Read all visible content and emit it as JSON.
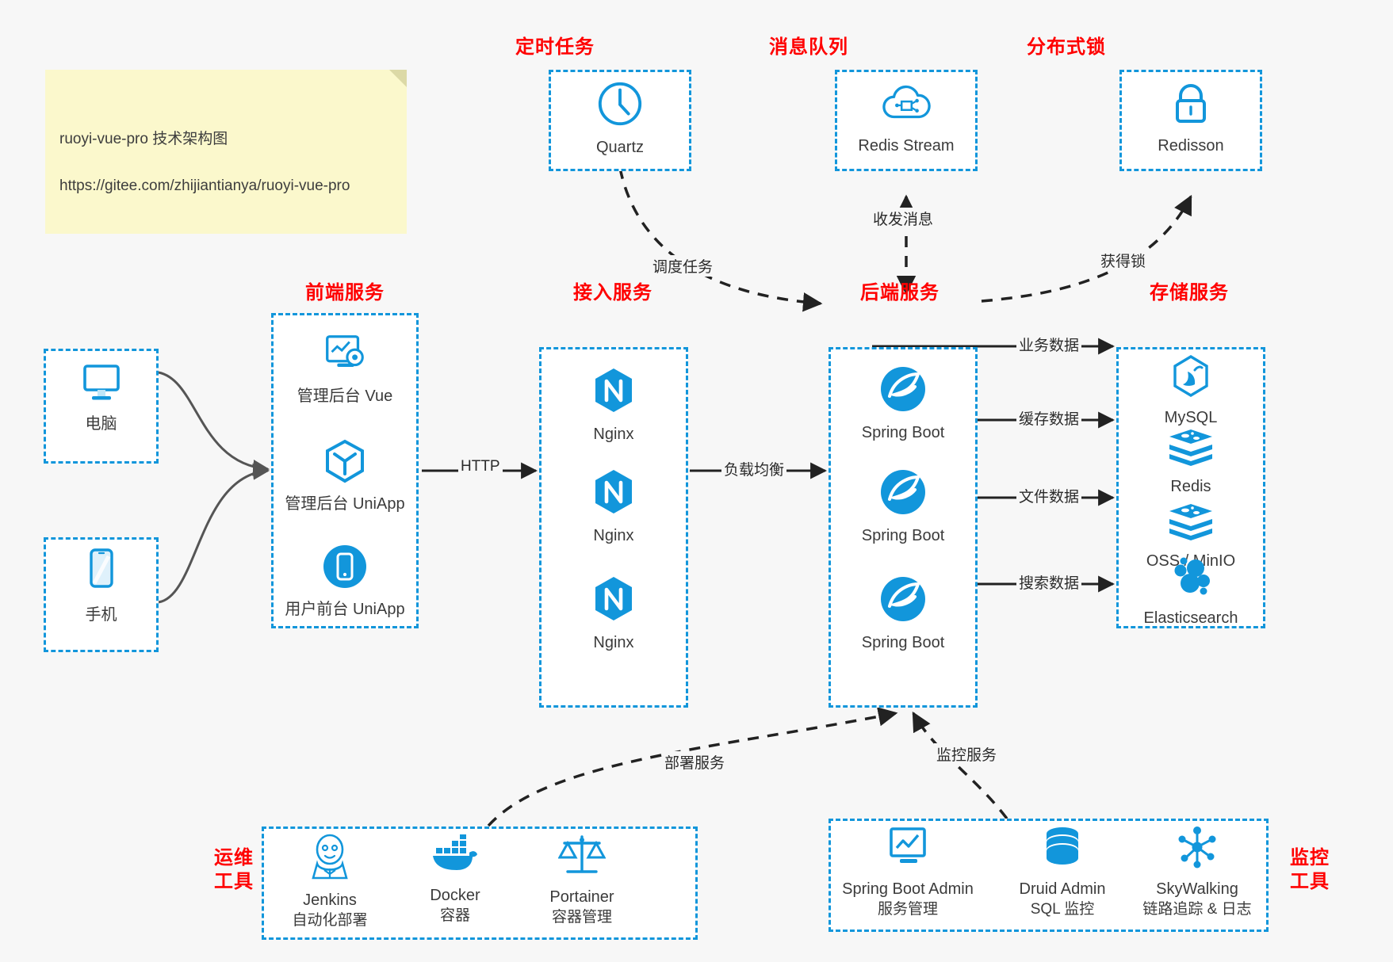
{
  "note": {
    "line1": "ruoyi-vue-pro 技术架构图",
    "line2": "https://gitee.com/zhijiantianya/ruoyi-vue-pro"
  },
  "captions": {
    "scheduler": "定时任务",
    "mq": "消息队列",
    "lock": "分布式锁",
    "frontend": "前端服务",
    "gateway": "接入服务",
    "backend": "后端服务",
    "storage": "存储服务",
    "ops": "运维\n工具",
    "monitor": "监控\n工具"
  },
  "clients": [
    {
      "name": "computer",
      "label": "电脑",
      "icon": "monitor-icon"
    },
    {
      "name": "phone",
      "label": "手机",
      "icon": "smartphone-icon"
    }
  ],
  "scheduler": {
    "items": [
      {
        "label": "Quartz",
        "icon": "clock-icon"
      }
    ]
  },
  "mq": {
    "items": [
      {
        "label": "Redis Stream",
        "icon": "cloud-stream-icon"
      }
    ]
  },
  "lock": {
    "items": [
      {
        "label": "Redisson",
        "icon": "lock-icon"
      }
    ]
  },
  "frontend": {
    "items": [
      {
        "label": "管理后台 Vue",
        "icon": "dashboard-icon"
      },
      {
        "label": "管理后台 UniApp",
        "icon": "cube-icon"
      },
      {
        "label": "用户前台 UniApp",
        "icon": "mobile-circle-icon"
      }
    ]
  },
  "gateway": {
    "items": [
      {
        "label": "Nginx",
        "icon": "nginx-icon"
      },
      {
        "label": "Nginx",
        "icon": "nginx-icon"
      },
      {
        "label": "Nginx",
        "icon": "nginx-icon"
      }
    ]
  },
  "backend": {
    "items": [
      {
        "label": "Spring Boot",
        "icon": "spring-leaf-icon"
      },
      {
        "label": "Spring Boot",
        "icon": "spring-leaf-icon"
      },
      {
        "label": "Spring Boot",
        "icon": "spring-leaf-icon"
      }
    ]
  },
  "storage": {
    "items": [
      {
        "label": "MySQL",
        "icon": "mysql-dolphin-icon"
      },
      {
        "label": "Redis",
        "icon": "redis-stack-icon"
      },
      {
        "label": "OSS / MinIO",
        "icon": "redis-stack-icon"
      },
      {
        "label": "Elasticsearch",
        "icon": "elastic-cluster-icon"
      }
    ]
  },
  "ops": {
    "items": [
      {
        "label": "Jenkins",
        "sub": "自动化部署",
        "icon": "jenkins-butler-icon"
      },
      {
        "label": "Docker",
        "sub": "容器",
        "icon": "docker-whale-icon"
      },
      {
        "label": "Portainer",
        "sub": "容器管理",
        "icon": "scales-icon"
      }
    ]
  },
  "monitor": {
    "items": [
      {
        "label": "Spring Boot Admin",
        "sub": "服务管理",
        "icon": "chart-monitor-icon"
      },
      {
        "label": "Druid Admin",
        "sub": "SQL 监控",
        "icon": "database-icon"
      },
      {
        "label": "SkyWalking",
        "sub": "链路追踪 & 日志",
        "icon": "skywalking-node-icon"
      }
    ]
  },
  "edges": {
    "http": "HTTP",
    "load_balance": "负载均衡",
    "schedule_task": "调度任务",
    "send_receive_msg": "收发消息",
    "acquire_lock": "获得锁",
    "business_data": "业务数据",
    "cache_data": "缓存数据",
    "file_data": "文件数据",
    "search_data": "搜索数据",
    "deploy_service": "部署服务",
    "monitor_service": "监控服务"
  },
  "colors": {
    "accent": "#1296db",
    "caption": "#ff0000",
    "note_bg": "#fbf8cc",
    "page_bg": "#f7f7f7",
    "edge": "#222222",
    "client_edge": "#555555"
  }
}
